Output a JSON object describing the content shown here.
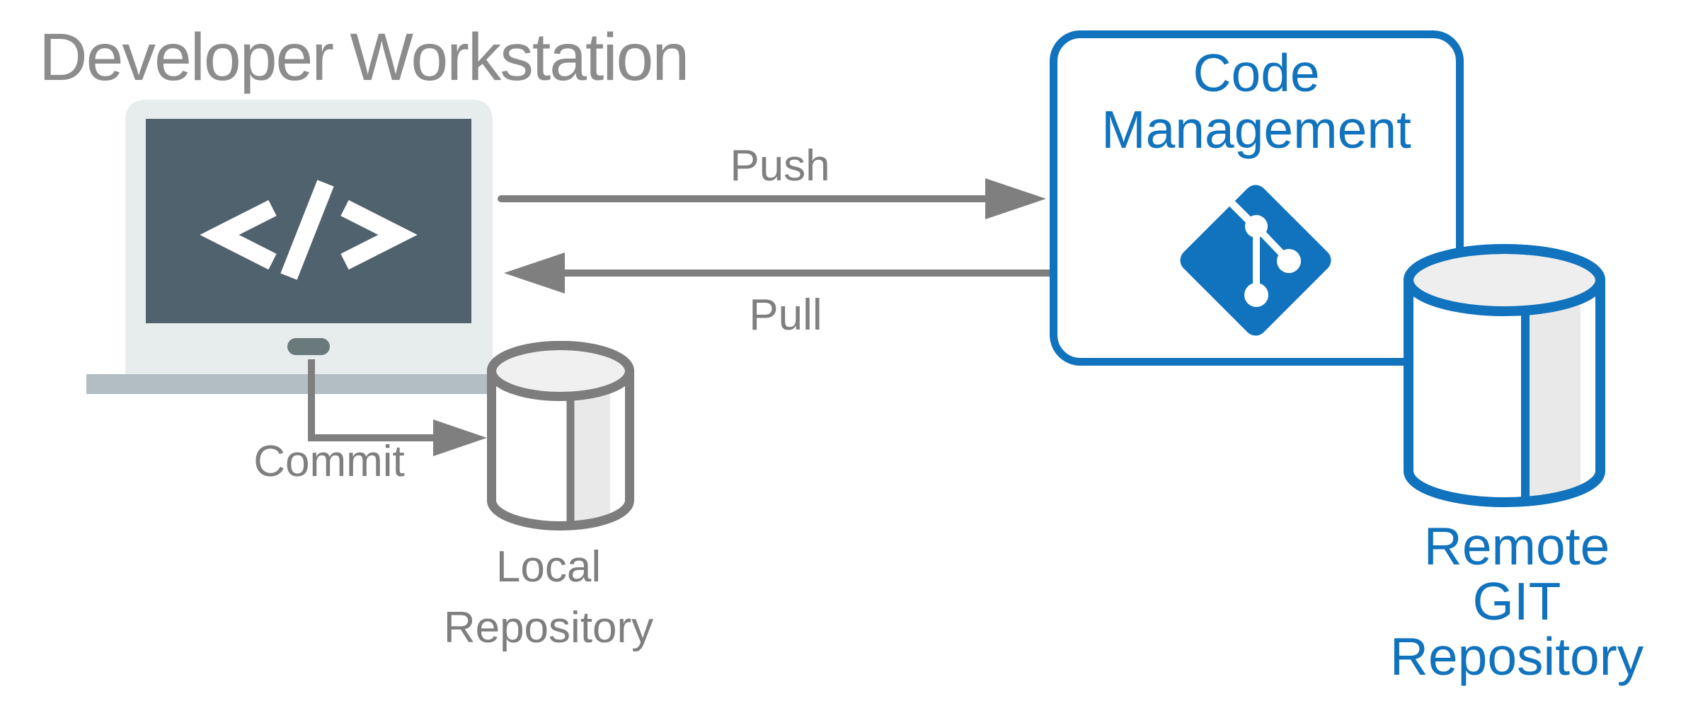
{
  "title": "Developer Workstation",
  "arrows": {
    "push": "Push",
    "pull": "Pull",
    "commit": "Commit"
  },
  "code_management": {
    "line1": "Code",
    "line2": "Management"
  },
  "local_repository": {
    "line1": "Local",
    "line2": "Repository"
  },
  "remote_repository": {
    "line1": "Remote",
    "line2": "GIT",
    "line3": "Repository"
  },
  "icons": {
    "laptop": "laptop-code-icon",
    "code_glyph": "code-brackets-icon",
    "git": "git-logo-icon",
    "local_db": "database-cylinder-icon-gray",
    "remote_db": "database-cylinder-icon-blue"
  },
  "colors": {
    "accent_blue": "#1173bd",
    "arrow_gray": "#7f7f7f",
    "title_gray": "#8c8c8c",
    "laptop_body": "#e7eced",
    "laptop_screen": "#51626f",
    "laptop_base": "#b3bdc4",
    "laptop_pill": "#69797c",
    "cylinder_top_fill": "#f0f0f0",
    "cylinder_stripe_fill": "#e9e9e9",
    "background": "#ffffff"
  }
}
